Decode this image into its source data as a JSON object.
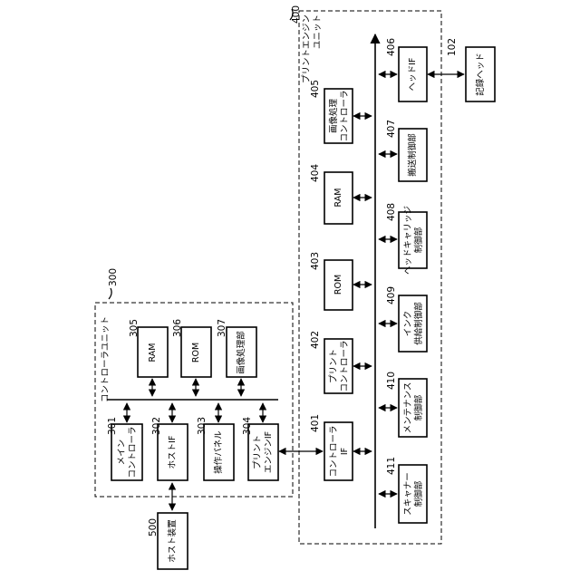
{
  "control_unit": {
    "ref": "300",
    "title": "コントローラユニット",
    "blocks": [
      {
        "ref": "301",
        "lines": [
          "メイン",
          "コントローラ"
        ]
      },
      {
        "ref": "302",
        "lines": [
          "ホストIF"
        ]
      },
      {
        "ref": "303",
        "lines": [
          "操作パネル"
        ]
      },
      {
        "ref": "304",
        "lines": [
          "プリント",
          "エンジンIF"
        ]
      },
      {
        "ref": "305",
        "lines": [
          "RAM"
        ]
      },
      {
        "ref": "306",
        "lines": [
          "ROM"
        ]
      },
      {
        "ref": "307",
        "lines": [
          "画像処理部"
        ]
      }
    ]
  },
  "host": {
    "ref": "500",
    "lines": [
      "ホスト装置"
    ]
  },
  "print_engine_unit": {
    "ref": "400",
    "title_lines": [
      "プリントエンジン",
      "ユニット"
    ],
    "blocks": [
      {
        "ref": "401",
        "lines": [
          "コントローラ",
          "IF"
        ]
      },
      {
        "ref": "402",
        "lines": [
          "プリント",
          "コントローラ"
        ]
      },
      {
        "ref": "403",
        "lines": [
          "ROM"
        ]
      },
      {
        "ref": "404",
        "lines": [
          "RAM"
        ]
      },
      {
        "ref": "405",
        "lines": [
          "画像処理",
          "コントローラ"
        ]
      },
      {
        "ref": "406",
        "lines": [
          "ヘッドIF"
        ]
      },
      {
        "ref": "407",
        "lines": [
          "搬送制御部"
        ]
      },
      {
        "ref": "408",
        "lines": [
          "ヘッドキャリッジ",
          "制御部"
        ]
      },
      {
        "ref": "409",
        "lines": [
          "インク",
          "供給制御部"
        ]
      },
      {
        "ref": "410",
        "lines": [
          "メンテナンス",
          "制御部"
        ]
      },
      {
        "ref": "411",
        "lines": [
          "スキャナー",
          "制御部"
        ]
      }
    ]
  },
  "head": {
    "ref": "102",
    "lines": [
      "記録ヘッド"
    ]
  }
}
